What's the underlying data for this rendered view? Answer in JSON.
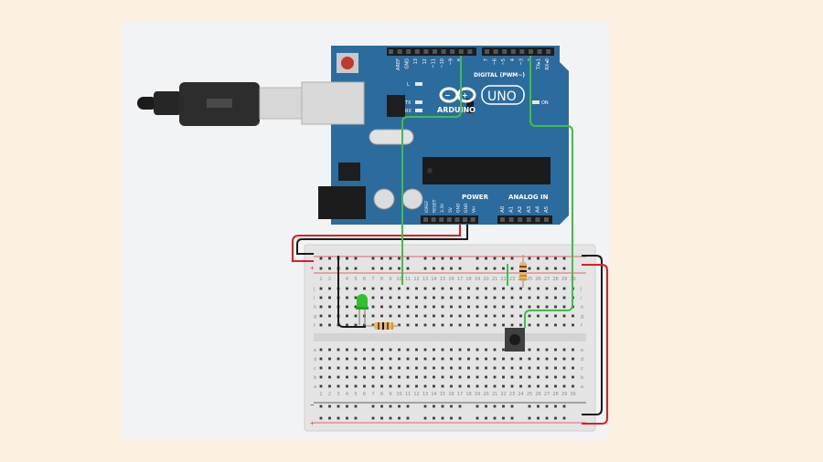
{
  "board": {
    "logo": "ARDUINO",
    "model": "UNO",
    "digital_header_label": "DIGITAL (PWM~)",
    "power_label": "POWER",
    "analog_label": "ANALOG IN",
    "on_label": "ON",
    "led_labels": [
      "L",
      "TX",
      "RX"
    ],
    "top_pins_left": [
      "AREF",
      "GND",
      "13",
      "12",
      "~11",
      "~10",
      "~9",
      "8"
    ],
    "top_pins_right": [
      "7",
      "~6",
      "~5",
      "4",
      "~3",
      "2",
      "TX▸1",
      "RX◂0"
    ],
    "power_pins": [
      "IOREF",
      "RESET",
      "3.3V",
      "5V",
      "GND",
      "GND",
      "Vin"
    ],
    "analog_pins": [
      "A0",
      "A1",
      "A2",
      "A3",
      "A4",
      "A5"
    ]
  },
  "breadboard": {
    "row_letters_top": [
      "j",
      "i",
      "h",
      "g",
      "f"
    ],
    "row_letters_bottom": [
      "e",
      "d",
      "c",
      "b",
      "a"
    ],
    "column_numbers": [
      "1",
      "2",
      "3",
      "4",
      "5",
      "6",
      "7",
      "8",
      "9",
      "10",
      "11",
      "12",
      "13",
      "14",
      "15",
      "16",
      "17",
      "18",
      "19",
      "20",
      "21",
      "22",
      "23",
      "24",
      "25",
      "26",
      "27",
      "28",
      "29",
      "30"
    ],
    "rail_plus": "+",
    "rail_minus": "−"
  },
  "colors": {
    "board_blue": "#2b6b9e",
    "wire_green": "#3fbf4a",
    "wire_black": "#1a1a1a",
    "wire_red": "#e01e1e",
    "led_green": "#2fc22f"
  }
}
